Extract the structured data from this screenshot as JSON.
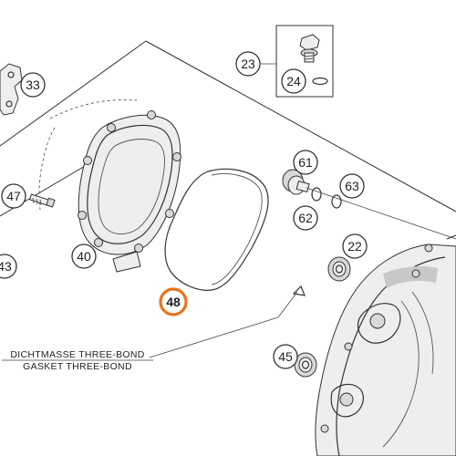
{
  "callouts": [
    {
      "id": "23",
      "label": "23",
      "part": "plug screw"
    },
    {
      "id": "24",
      "label": "24",
      "part": "o-ring"
    },
    {
      "id": "33",
      "label": "33",
      "part": "bracket"
    },
    {
      "id": "47",
      "label": "47",
      "part": "screw"
    },
    {
      "id": "43",
      "label": "43",
      "part": "outer cover assembly"
    },
    {
      "id": "40",
      "label": "40",
      "part": "outer clutch cover"
    },
    {
      "id": "48",
      "label": "48",
      "part": "gasket",
      "highlighted": true
    },
    {
      "id": "61",
      "label": "61",
      "part": "oil filler plug"
    },
    {
      "id": "63",
      "label": "63",
      "part": "o-ring"
    },
    {
      "id": "62",
      "label": "62",
      "part": "washer"
    },
    {
      "id": "22",
      "label": "22",
      "part": "shaft seal"
    },
    {
      "id": "45",
      "label": "45",
      "part": "shaft seal"
    }
  ],
  "notes": {
    "line1": "DICHTMASSE THREE-BOND",
    "line2": "GASKET THREE-BOND"
  },
  "colors": {
    "highlight": "#e8731c",
    "line": "#333333",
    "background": "#ffffff"
  }
}
